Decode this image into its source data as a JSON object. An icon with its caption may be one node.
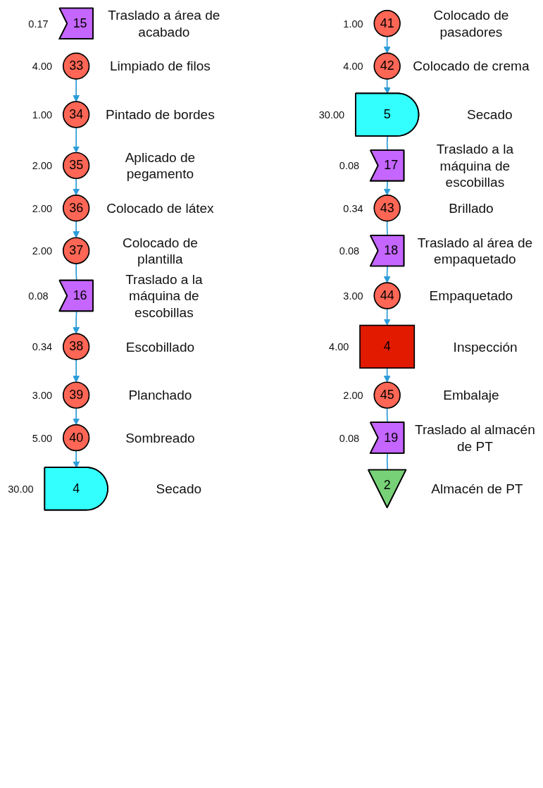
{
  "diagram": {
    "nodes": [
      {
        "text": [
          "15"
        ],
        "beside": [
          "Traslado a área de acabado",
          "0.17"
        ]
      },
      {
        "text": [
          "33"
        ],
        "beside": [
          "Limpiado de filos",
          "4.00"
        ]
      },
      {
        "text": [
          "34"
        ],
        "beside": [
          "Pintado de bordes",
          "1.00"
        ]
      },
      {
        "text": [
          "35"
        ],
        "beside": [
          "Aplicado de pegamento",
          "2.00"
        ]
      },
      {
        "text": [
          "36"
        ],
        "beside": [
          "Colocado de látex",
          "2.00"
        ]
      },
      {
        "text": [
          "37"
        ],
        "beside": [
          "Colocado de plantilla",
          "2.00"
        ]
      },
      {
        "text": [
          "16"
        ],
        "beside": [
          "Traslado a la máquina de escobillas",
          "0.08"
        ]
      },
      {
        "text": [
          "38"
        ],
        "beside": [
          "Escobillado",
          "0.34"
        ]
      },
      {
        "text": [
          "39"
        ],
        "beside": [
          "Planchado",
          "3.00"
        ]
      },
      {
        "text": [
          "40"
        ],
        "beside": [
          "Sombreado",
          "5.00"
        ]
      },
      {
        "text": [
          "4"
        ],
        "beside": [
          "Secado",
          "30.00"
        ]
      },
      {
        "text": [
          "41"
        ],
        "beside": [
          "Colocado de pasadores",
          "1.00"
        ]
      },
      {
        "text": [
          "42"
        ],
        "beside": [
          "Colocado de crema",
          "4.00"
        ]
      },
      {
        "text": [
          "5"
        ],
        "beside": [
          "Secado",
          "30.00"
        ]
      },
      {
        "text": [
          "17"
        ],
        "beside": [
          "Traslado a la máquina de escobillas",
          "0.08"
        ]
      },
      {
        "text": [
          "43"
        ],
        "beside": [
          "Brillado",
          "0.34"
        ]
      },
      {
        "text": [
          "18"
        ],
        "beside": [
          "Traslado al área de empaquetado",
          "0.08"
        ]
      },
      {
        "text": [
          "44"
        ],
        "beside": [
          "Empaquetado",
          "3.00"
        ]
      },
      {
        "text": [
          "4"
        ],
        "beside": [
          "Inspección",
          "4.00"
        ]
      },
      {
        "text": [
          "45"
        ],
        "beside": [
          "Embalaje",
          "2.00"
        ]
      },
      {
        "text": [
          "19"
        ],
        "beside": [
          "Traslado al almacén de PT",
          "0.08"
        ]
      },
      {
        "text": [
          "2"
        ],
        "beside": [
          "Almacén de PT"
        ]
      }
    ],
    "edges": [
      {
        "from": 1,
        "to": 2,
        "arrow": "to"
      },
      {
        "from": 2,
        "to": 3,
        "arrow": "to"
      },
      {
        "from": 3,
        "to": 4,
        "arrow": "to"
      },
      {
        "from": 4,
        "to": 5,
        "arrow": "to"
      },
      {
        "from": 5,
        "to": 6,
        "arrow": "none"
      },
      {
        "from": 6,
        "to": 7,
        "arrow": "to"
      },
      {
        "from": 7,
        "to": 8,
        "arrow": "to"
      },
      {
        "from": 8,
        "to": 9,
        "arrow": "to"
      },
      {
        "from": 9,
        "to": 10,
        "arrow": "to"
      },
      {
        "from": 11,
        "to": 12,
        "arrow": "to"
      },
      {
        "from": 12,
        "to": 13,
        "arrow": "to"
      },
      {
        "from": 13,
        "to": 14,
        "arrow": "none"
      },
      {
        "from": 14,
        "to": 15,
        "arrow": "to"
      },
      {
        "from": 15,
        "to": 16,
        "arrow": "none"
      },
      {
        "from": 16,
        "to": 17,
        "arrow": "to"
      },
      {
        "from": 17,
        "to": 18,
        "arrow": "to"
      },
      {
        "from": 18,
        "to": 19,
        "arrow": "to"
      },
      {
        "from": 19,
        "to": 20,
        "arrow": "none"
      },
      {
        "from": 20,
        "to": 21,
        "arrow": "none"
      }
    ]
  }
}
